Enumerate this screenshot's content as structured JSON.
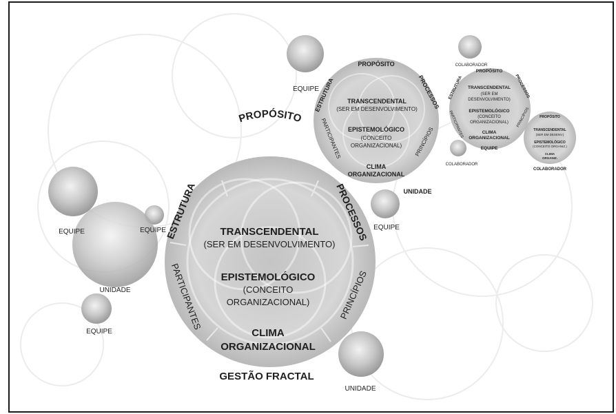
{
  "main": {
    "proposito": "PROPÓSITO",
    "estrutura": "ESTRUTURA",
    "processos": "PROCESSOS",
    "participantes": "PARTICIPANTES",
    "principios": "PRINCÍPIOS",
    "transcendental": "TRANSCENDENTAL",
    "ser_em_desenvolvimento": "(SER EM DESENVOLVIMENTO)",
    "epistemologico": "EPISTEMOLÓGICO",
    "conceito": "(CONCEITO",
    "organizacional_paren": "ORGANIZACIONAL)",
    "clima": "CLIMA",
    "organizacional": "ORGANIZACIONAL",
    "gestao_fractal": "GESTÃO FRACTAL"
  },
  "left": {
    "equipe_1": "EQUIPE",
    "equipe_2": "EQUIPE",
    "unidade": "UNIDADE",
    "equipe_3": "EQUIPE"
  },
  "right_side": {
    "equipe": "EQUIPE",
    "unidade": "UNIDADE"
  },
  "medium": {
    "equipe": "EQUIPE",
    "proposito": "PROPÓSITO",
    "estrutura": "ESTRUTURA",
    "processos": "PROCESSOS",
    "transcendental": "TRANSCENDENTAL",
    "ser_em_desenvolvimento": "(SER EM DESENVOLVIMENTO)",
    "epistemologico": "EPISTEMOLÓGICO",
    "conceito": "(CONCEITO",
    "organizacional_paren": "ORGANIZACIONAL)",
    "participantes": "PARTICIPANTES",
    "principios": "PRINCÍPIOS",
    "clima": "CLIMA",
    "organizacional": "ORGANIZACIONAL",
    "unidade": "UNIDADE"
  },
  "small": {
    "colaborador_top": "COLABORADOR",
    "proposito": "PROPÓSITO",
    "estrutura": "ESTRUTURA",
    "processos": "PROCESSOS",
    "transcendental": "TRANSCENDENTAL",
    "ser_em": "(SER EM",
    "desenvolvimento": "DESENVOLVIMENTO)",
    "epistemologico": "EPISTEMOLÓGICO",
    "conceito": "(CONCEITO",
    "organizacional_paren": "ORGANIZACIONAL)",
    "participantes": "PARTICIPANTES",
    "principios": "PRINCÍPIOS",
    "clima": "CLIMA",
    "organizacional": "ORGANIZACIONAL",
    "equipe": "EQUIPE",
    "colaborador_bottom": "COLABORADOR"
  },
  "tiny": {
    "proposito": "PROPÓSITO",
    "transcendental": "TRANSCENDENTAL",
    "ser_em_desenv": "(SER EM DESENV.)",
    "epistemologico": "EPISTEMOLÓGICO",
    "conceito_org": "(CONCEITO ORGANIZ.)",
    "clima": "CLIMA",
    "organiz": "ORGANIZ.",
    "colaborador": "COLABORADOR"
  },
  "colors": {
    "frame": "#1a1a1a",
    "text": "#1f1f1f",
    "circle_light": "#e6e6e6",
    "circle_mid": "#bdbdbd",
    "circle_dark": "#8f8f8f"
  }
}
